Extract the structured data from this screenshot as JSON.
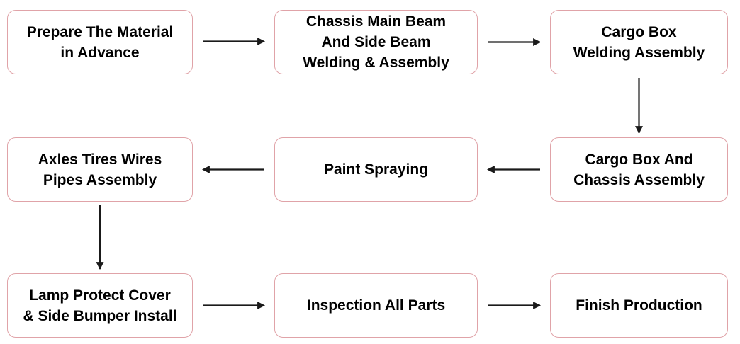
{
  "diagram": {
    "type": "flowchart",
    "colors": {
      "box_border": "#e0a3a8",
      "arrow": "#1a1a1a",
      "text": "#000000"
    },
    "steps": [
      {
        "id": "prepare_material",
        "label": "Prepare The Material\nin Advance"
      },
      {
        "id": "chassis_welding",
        "label": "Chassis Main Beam\nAnd Side Beam\nWelding & Assembly"
      },
      {
        "id": "cargo_box_welding",
        "label": "Cargo Box\nWelding Assembly"
      },
      {
        "id": "cargo_chassis_assembly",
        "label": "Cargo Box And\nChassis Assembly"
      },
      {
        "id": "paint_spraying",
        "label": "Paint Spraying"
      },
      {
        "id": "axles_assembly",
        "label": "Axles Tires Wires\nPipes Assembly"
      },
      {
        "id": "lamp_bumper_install",
        "label": "Lamp Protect Cover\n& Side Bumper Install"
      },
      {
        "id": "inspection",
        "label": "Inspection All Parts"
      },
      {
        "id": "finish",
        "label": "Finish Production"
      }
    ],
    "connections": [
      {
        "from": "prepare_material",
        "to": "chassis_welding"
      },
      {
        "from": "chassis_welding",
        "to": "cargo_box_welding"
      },
      {
        "from": "cargo_box_welding",
        "to": "cargo_chassis_assembly"
      },
      {
        "from": "cargo_chassis_assembly",
        "to": "paint_spraying"
      },
      {
        "from": "paint_spraying",
        "to": "axles_assembly"
      },
      {
        "from": "axles_assembly",
        "to": "lamp_bumper_install"
      },
      {
        "from": "lamp_bumper_install",
        "to": "inspection"
      },
      {
        "from": "inspection",
        "to": "finish"
      }
    ]
  }
}
